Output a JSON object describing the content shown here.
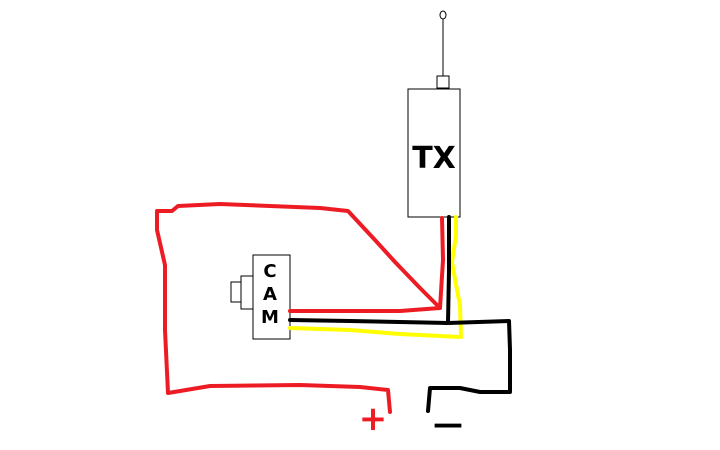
{
  "tx_label": "TX",
  "cam_label": {
    "line1": "C",
    "line2": "A",
    "line3": "M"
  },
  "plus_sign": "+",
  "minus_sign": "—",
  "colors": {
    "red_wire": "#ed1c24",
    "black_wire": "#000000",
    "yellow_wire": "#ffff00",
    "outline": "#000000",
    "background": "#ffffff"
  }
}
